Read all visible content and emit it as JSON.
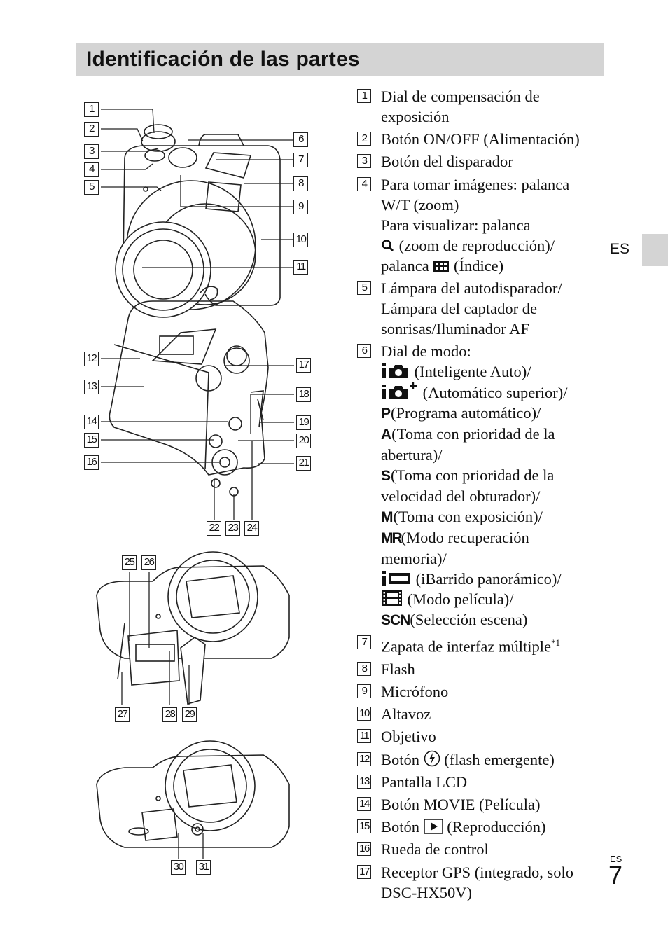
{
  "header": {
    "title": "Identificación de las partes"
  },
  "side_tab": {
    "lang": "ES"
  },
  "footer": {
    "lang": "ES",
    "page_number": "7"
  },
  "callouts": [
    "1",
    "2",
    "3",
    "4",
    "5",
    "6",
    "7",
    "8",
    "9",
    "10",
    "11",
    "12",
    "13",
    "14",
    "15",
    "16",
    "17",
    "18",
    "19",
    "20",
    "21",
    "22",
    "23",
    "24",
    "25",
    "26",
    "27",
    "28",
    "29",
    "30",
    "31"
  ],
  "icons": {
    "zoom_playback": "magnifier-icon",
    "index": "index-grid-icon",
    "intelligent_auto": "camera-i-icon",
    "superior_auto": "camera-i-plus-icon",
    "panorama": "panorama-icon",
    "movie": "film-icon",
    "flash_pop": "flash-circle-icon",
    "playback": "play-icon"
  },
  "parts": [
    {
      "num": "1",
      "lines": [
        "Dial de compensación de",
        "exposición"
      ]
    },
    {
      "num": "2",
      "lines": [
        "Botón ON/OFF (Alimentación)"
      ]
    },
    {
      "num": "3",
      "lines": [
        "Botón del disparador"
      ]
    },
    {
      "num": "4",
      "lines": [
        "Para tomar imágenes: palanca",
        "W/T (zoom)",
        "Para visualizar: palanca",
        "(zoom de reproducción)/",
        "palanca",
        "(Índice)"
      ]
    },
    {
      "num": "5",
      "lines": [
        "Lámpara del autodisparador/",
        "Lámpara del captador de",
        "sonrisas/Iluminador AF"
      ]
    },
    {
      "num": "6",
      "lines": [
        "Dial de modo:",
        "(Inteligente Auto)/",
        "(Automático superior)/",
        "P",
        "(Programa automático)/",
        "A",
        "(Toma con prioridad de la",
        "abertura)/",
        "S",
        "(Toma con prioridad de la",
        "velocidad del obturador)/",
        "M",
        "(Toma con exposición)/",
        "MR",
        "(Modo recuperación",
        "memoria)/",
        "(iBarrido panorámico)/",
        "(Modo película)/",
        "SCN",
        "(Selección escena)"
      ]
    },
    {
      "num": "7",
      "lines": [
        "Zapata de interfaz múltiple",
        "*1"
      ]
    },
    {
      "num": "8",
      "lines": [
        "Flash"
      ]
    },
    {
      "num": "9",
      "lines": [
        "Micrófono"
      ]
    },
    {
      "num": "10",
      "lines": [
        "Altavoz"
      ]
    },
    {
      "num": "11",
      "lines": [
        "Objetivo"
      ]
    },
    {
      "num": "12",
      "lines": [
        "Botón",
        "(flash emergente)"
      ]
    },
    {
      "num": "13",
      "lines": [
        "Pantalla LCD"
      ]
    },
    {
      "num": "14",
      "lines": [
        "Botón MOVIE (Película)"
      ]
    },
    {
      "num": "15",
      "lines": [
        "Botón",
        "(Reproducción)"
      ]
    },
    {
      "num": "16",
      "lines": [
        "Rueda de control"
      ]
    },
    {
      "num": "17",
      "lines": [
        "Receptor GPS (integrado, solo",
        "DSC-HX50V)"
      ]
    }
  ]
}
